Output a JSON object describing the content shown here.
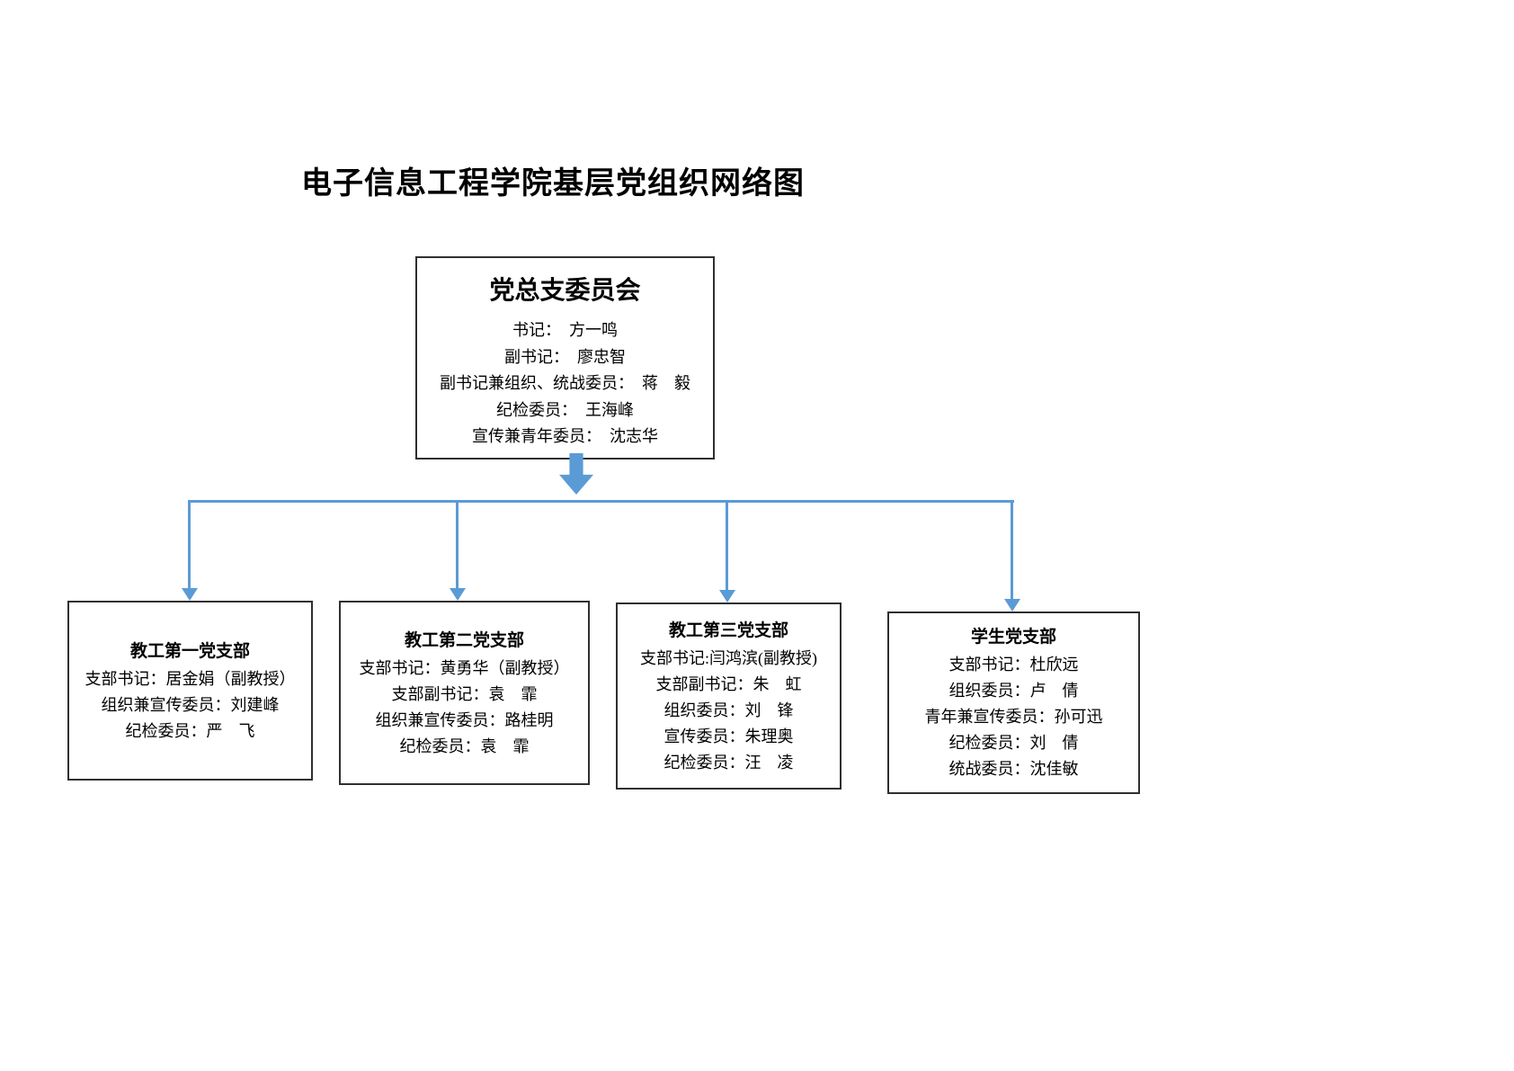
{
  "page": {
    "title": "电子信息工程学院基层党组织网络图"
  },
  "committee": {
    "title": "党总支委员会",
    "members": [
      "书记：　方一鸣",
      "副书记：　廖忠智",
      "副书记兼组织、统战委员：　蒋　毅",
      "纪检委员：　王海峰",
      "宣传兼青年委员：　沈志华"
    ]
  },
  "branches": [
    {
      "title": "教工第一党支部",
      "members": [
        "支部书记：居金娟（副教授）",
        "组织兼宣传委员：刘建峰",
        "纪检委员：严　飞"
      ]
    },
    {
      "title": "教工第二党支部",
      "members": [
        "支部书记：黄勇华（副教授）",
        "支部副书记：袁　霏",
        "组织兼宣传委员：路桂明",
        "纪检委员：袁　霏"
      ]
    },
    {
      "title": "教工第三党支部",
      "members": [
        "支部书记:闫鸿滨(副教授)",
        "支部副书记：朱　虹",
        "组织委员：刘　锋",
        "宣传委员：朱理奥",
        "纪检委员：汪　凌"
      ]
    },
    {
      "title": "学生党支部",
      "members": [
        "支部书记：杜欣远",
        "组织委员：卢　倩",
        "青年兼宣传委员：孙可迅",
        "纪检委员：刘　倩",
        "统战委员：沈佳敏"
      ]
    }
  ],
  "colors": {
    "connector_blue": "#5b9bd5",
    "box_border": "#2f2f2f",
    "text": "#000000",
    "background": "#ffffff"
  }
}
